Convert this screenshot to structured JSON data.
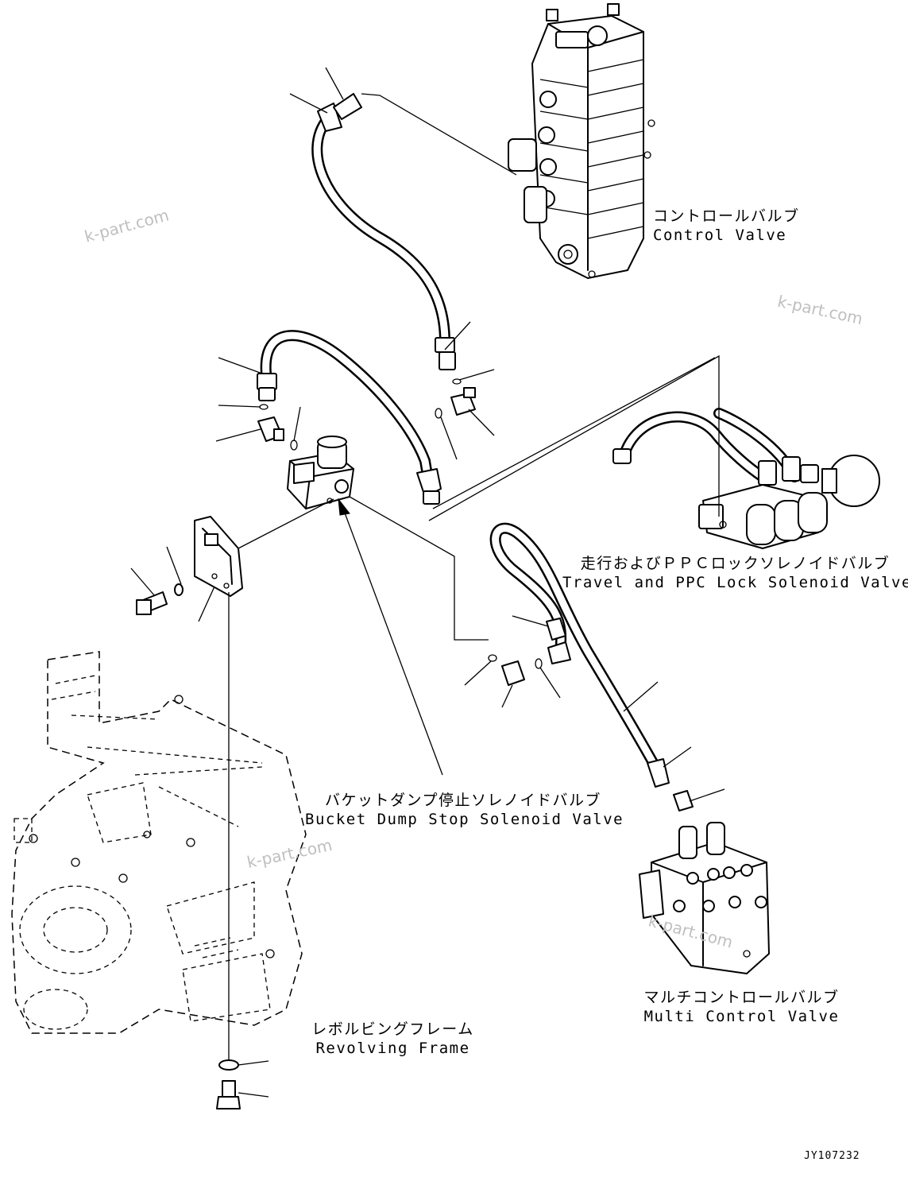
{
  "labels": {
    "control_valve": {
      "jp": "コントロールバルブ",
      "en": "Control Valve"
    },
    "travel_ppc_valve": {
      "jp": "走行およびＰＰＣロックソレノイドバルブ",
      "en": "Travel and PPC Lock Solenoid Valve"
    },
    "bucket_dump_valve": {
      "jp": "バケットダンプ停止ソレノイドバルブ",
      "en": "Bucket Dump Stop Solenoid Valve"
    },
    "multi_control_valve": {
      "jp": "マルチコントロールバルブ",
      "en": "Multi Control Valve"
    },
    "revolving_frame": {
      "jp": "レボルビングフレーム",
      "en": "Revolving Frame"
    }
  },
  "watermarks": [
    "k-part.com",
    "k-part.com",
    "k-part.com",
    "k-part.com"
  ],
  "drawing_code": "JY107232"
}
